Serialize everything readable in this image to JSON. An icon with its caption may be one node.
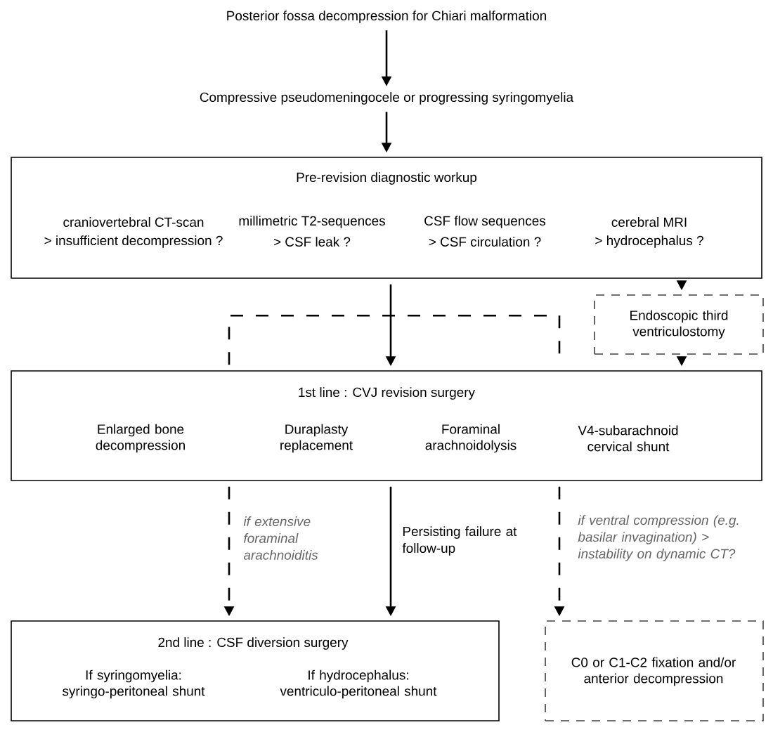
{
  "diagram": {
    "nodes": [
      {
        "text": [
          "Posterior fossa decompression for Chiari malformation"
        ]
      },
      {
        "text": [
          "Compressive pseudomeningocele or progressing syringomyelia"
        ]
      },
      {
        "text": [
          "Pre-revision diagnostic workup",
          "craniovertebral CT-scan",
          "> insufficient decompression ?",
          "millimetric T2-sequences",
          "> CSF leak ?",
          "CSF flow sequences",
          "> CSF circulation ?",
          "cerebral MRI",
          "> hydrocephalus ?"
        ]
      },
      {
        "text": [
          "Endoscopic third ventriculostomy"
        ]
      },
      {
        "text": [
          "1st line : CVJ revision surgery",
          "Enlarged bone decompression",
          "Duraplasty replacement",
          "Foraminal arachnoidolysis",
          "V4-subarachnoid cervical shunt"
        ]
      },
      {
        "text": [
          "2nd line : CSF diversion surgery",
          "If syringomyelia: syringo-peritoneal shunt",
          "If hydrocephalus: ventriculo-peritoneal shunt"
        ]
      },
      {
        "text": [
          "C0 or C1-C2 fixation and/or anterior decompression"
        ]
      }
    ],
    "edges": [
      {
        "from": 0,
        "to": 1,
        "arrow": "to"
      },
      {
        "from": 1,
        "to": 2,
        "arrow": "to"
      },
      {
        "from": 2,
        "to": 4,
        "arrow": "to"
      },
      {
        "from": 2,
        "to": 3,
        "arrow": "to"
      },
      {
        "from": 3,
        "to": 4,
        "arrow": "to"
      },
      {
        "from": 4,
        "to": 4,
        "arrow": "none",
        "style": "dashed"
      },
      {
        "from": 4,
        "to": 5,
        "arrow": "to",
        "style": "dashed",
        "label": "if extensive foraminal arachnoiditis"
      },
      {
        "from": 4,
        "to": 5,
        "arrow": "to",
        "label": "Persisting failure at follow-up"
      },
      {
        "from": 4,
        "to": 6,
        "arrow": "to",
        "style": "dashed",
        "label": "if ventral compression (e.g. basilar invagination) > instability on dynamic CT?"
      }
    ]
  }
}
